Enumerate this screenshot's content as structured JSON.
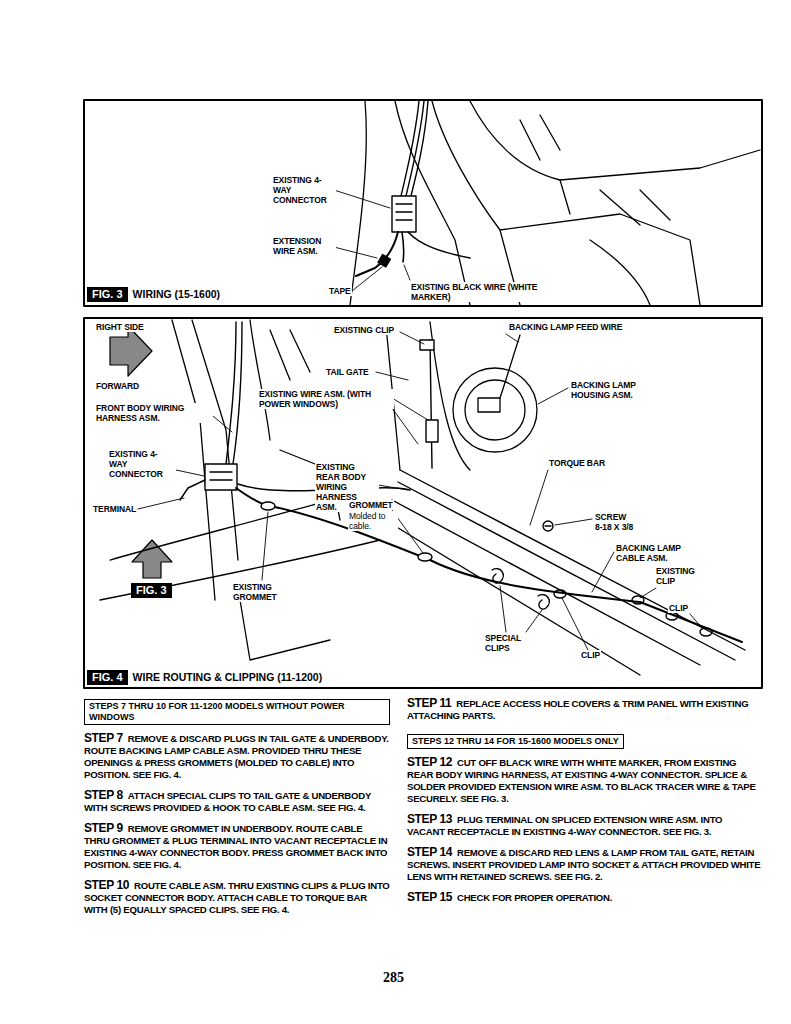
{
  "diagram": {
    "nodes": [
      {
        "text": [
          "FIG. 3",
          "WIRING (15-1600)"
        ]
      },
      {
        "text": [
          "FIG. 3"
        ]
      },
      {
        "text": [
          "FIG. 4",
          "WIRE ROUTING & CLIPPING (11-1200)"
        ]
      },
      {
        "text": [
          "STEPS 7 THRU 10 FOR 11-1200 MODELS WITHOUT POWER WINDOWS"
        ]
      },
      {
        "text": [
          "STEPS 12 THRU 14 FOR 15-1600 MODELS ONLY"
        ]
      }
    ],
    "labels": [
      "EXISTING 4-WAY CONNECTOR",
      "EXTENSION WIRE ASM.",
      "TAPE",
      "EXISTING BLACK WIRE (WHITE MARKER)",
      "RIGHT SIDE",
      "FORWARD",
      "FRONT BODY WIRING HARNESS ASM.",
      "EXISTING 4-WAY CONNECTOR",
      "TERMINAL",
      "EXISTING GROMMET",
      "EXISTING CLIP",
      "TAIL GATE",
      "EXISTING WIRE ASM. (WITH POWER WINDOWS)",
      "EXISTING REAR BODY WIRING HARNESS ASM.",
      "GROMMET",
      "Molded to cable.",
      "BACKING LAMP FEED WIRE",
      "BACKING LAMP HOUSING ASM.",
      "TORQUE BAR",
      "SCREW",
      "8-18 X 3/8",
      "BACKING LAMP CABLE ASM.",
      "EXISTING CLIP",
      "CLIP",
      "SPECIAL CLIPS",
      "CLIP",
      "STEP 7",
      "REMOVE & DISCARD PLUGS IN TAIL GATE & UNDERBODY. ROUTE BACKING LAMP CABLE ASM. PROVIDED THRU THESE OPENINGS & PRESS GROMMETS (MOLDED TO CABLE) INTO POSITION. SEE FIG. 4.",
      "STEP 8",
      "ATTACH SPECIAL CLIPS TO TAIL GATE & UNDERBODY WITH SCREWS PROVIDED & HOOK TO CABLE ASM. SEE FIG. 4.",
      "STEP 9",
      "REMOVE GROMMET IN UNDERBODY. ROUTE CABLE THRU GROMMET & PLUG TERMINAL INTO VACANT RECEPTACLE IN EXISTING 4-WAY CONNECTOR BODY. PRESS GROMMET BACK INTO POSITION. SEE FIG. 4.",
      "STEP 10",
      "ROUTE CABLE ASM. THRU EXISTING CLIPS & PLUG INTO SOCKET CONNECTOR BODY. ATTACH CABLE TO TORQUE BAR WITH (5) EQUALLY SPACED CLIPS. SEE FIG. 4.",
      "STEP 11",
      "REPLACE ACCESS HOLE COVERS & TRIM PANEL WITH EXISTING ATTACHING PARTS.",
      "STEP 12",
      "CUT OFF BLACK WIRE WITH WHITE MARKER, FROM EXISTING REAR BODY WIRING HARNESS, AT EXISTING 4-WAY CONNECTOR. SPLICE & SOLDER PROVIDED EXTENSION WIRE ASM. TO BLACK TRACER WIRE & TAPE SECURELY. SEE FIG. 3.",
      "STEP 13",
      "PLUG TERMINAL ON SPLICED EXTENSION WIRE ASM. INTO VACANT RECEPTACLE IN EXISTING 4-WAY CONNECTOR. SEE FIG. 3.",
      "STEP 14",
      "REMOVE & DISCARD RED LENS & LAMP FROM TAIL GATE, RETAIN SCREWS. INSERT PROVIDED LAMP INTO SOCKET & ATTACH PROVIDED WHITE LENS WITH RETAINED SCREWS. SEE FIG. 2.",
      "STEP 15",
      "CHECK FOR PROPER OPERATION.",
      "285"
    ]
  }
}
